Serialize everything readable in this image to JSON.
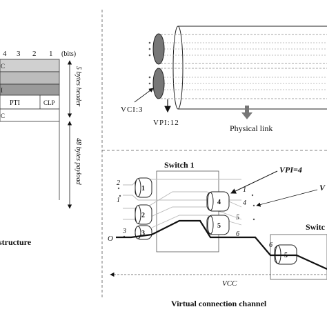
{
  "left_panel": {
    "bit_labels": [
      "4",
      "3",
      "2",
      "1"
    ],
    "bits_unit": "(bits)",
    "row_letters": [
      "C",
      "I"
    ],
    "pti_label": "PTI",
    "clp_label": "CLP",
    "row_letter_c2": "C",
    "header_label": "5 bytes header",
    "payload_label": "48 bytes payload",
    "caption": "structure"
  },
  "top_right": {
    "vci_label": "VCI:3",
    "vpi_label": "VPI:12",
    "physical_link_label": "Physical link"
  },
  "bottom_right": {
    "switch1_label": "Switch 1",
    "switch2_label": "Switc",
    "vpi_label": "VPI=4",
    "v_label": "V",
    "o_label": "O",
    "vc_numbers": [
      "2",
      "1",
      "3",
      "1",
      "4",
      "5",
      "6",
      "6"
    ],
    "node_numbers": [
      "1",
      "2",
      "3",
      "4",
      "5",
      "5"
    ],
    "vcc_label": "VCC",
    "caption": "Virtual connection channel"
  },
  "colors": {
    "header_gray_light": "#d0d0d0",
    "header_gray_dark": "#9a9a9a",
    "line": "#222222",
    "dashed": "#555555"
  }
}
